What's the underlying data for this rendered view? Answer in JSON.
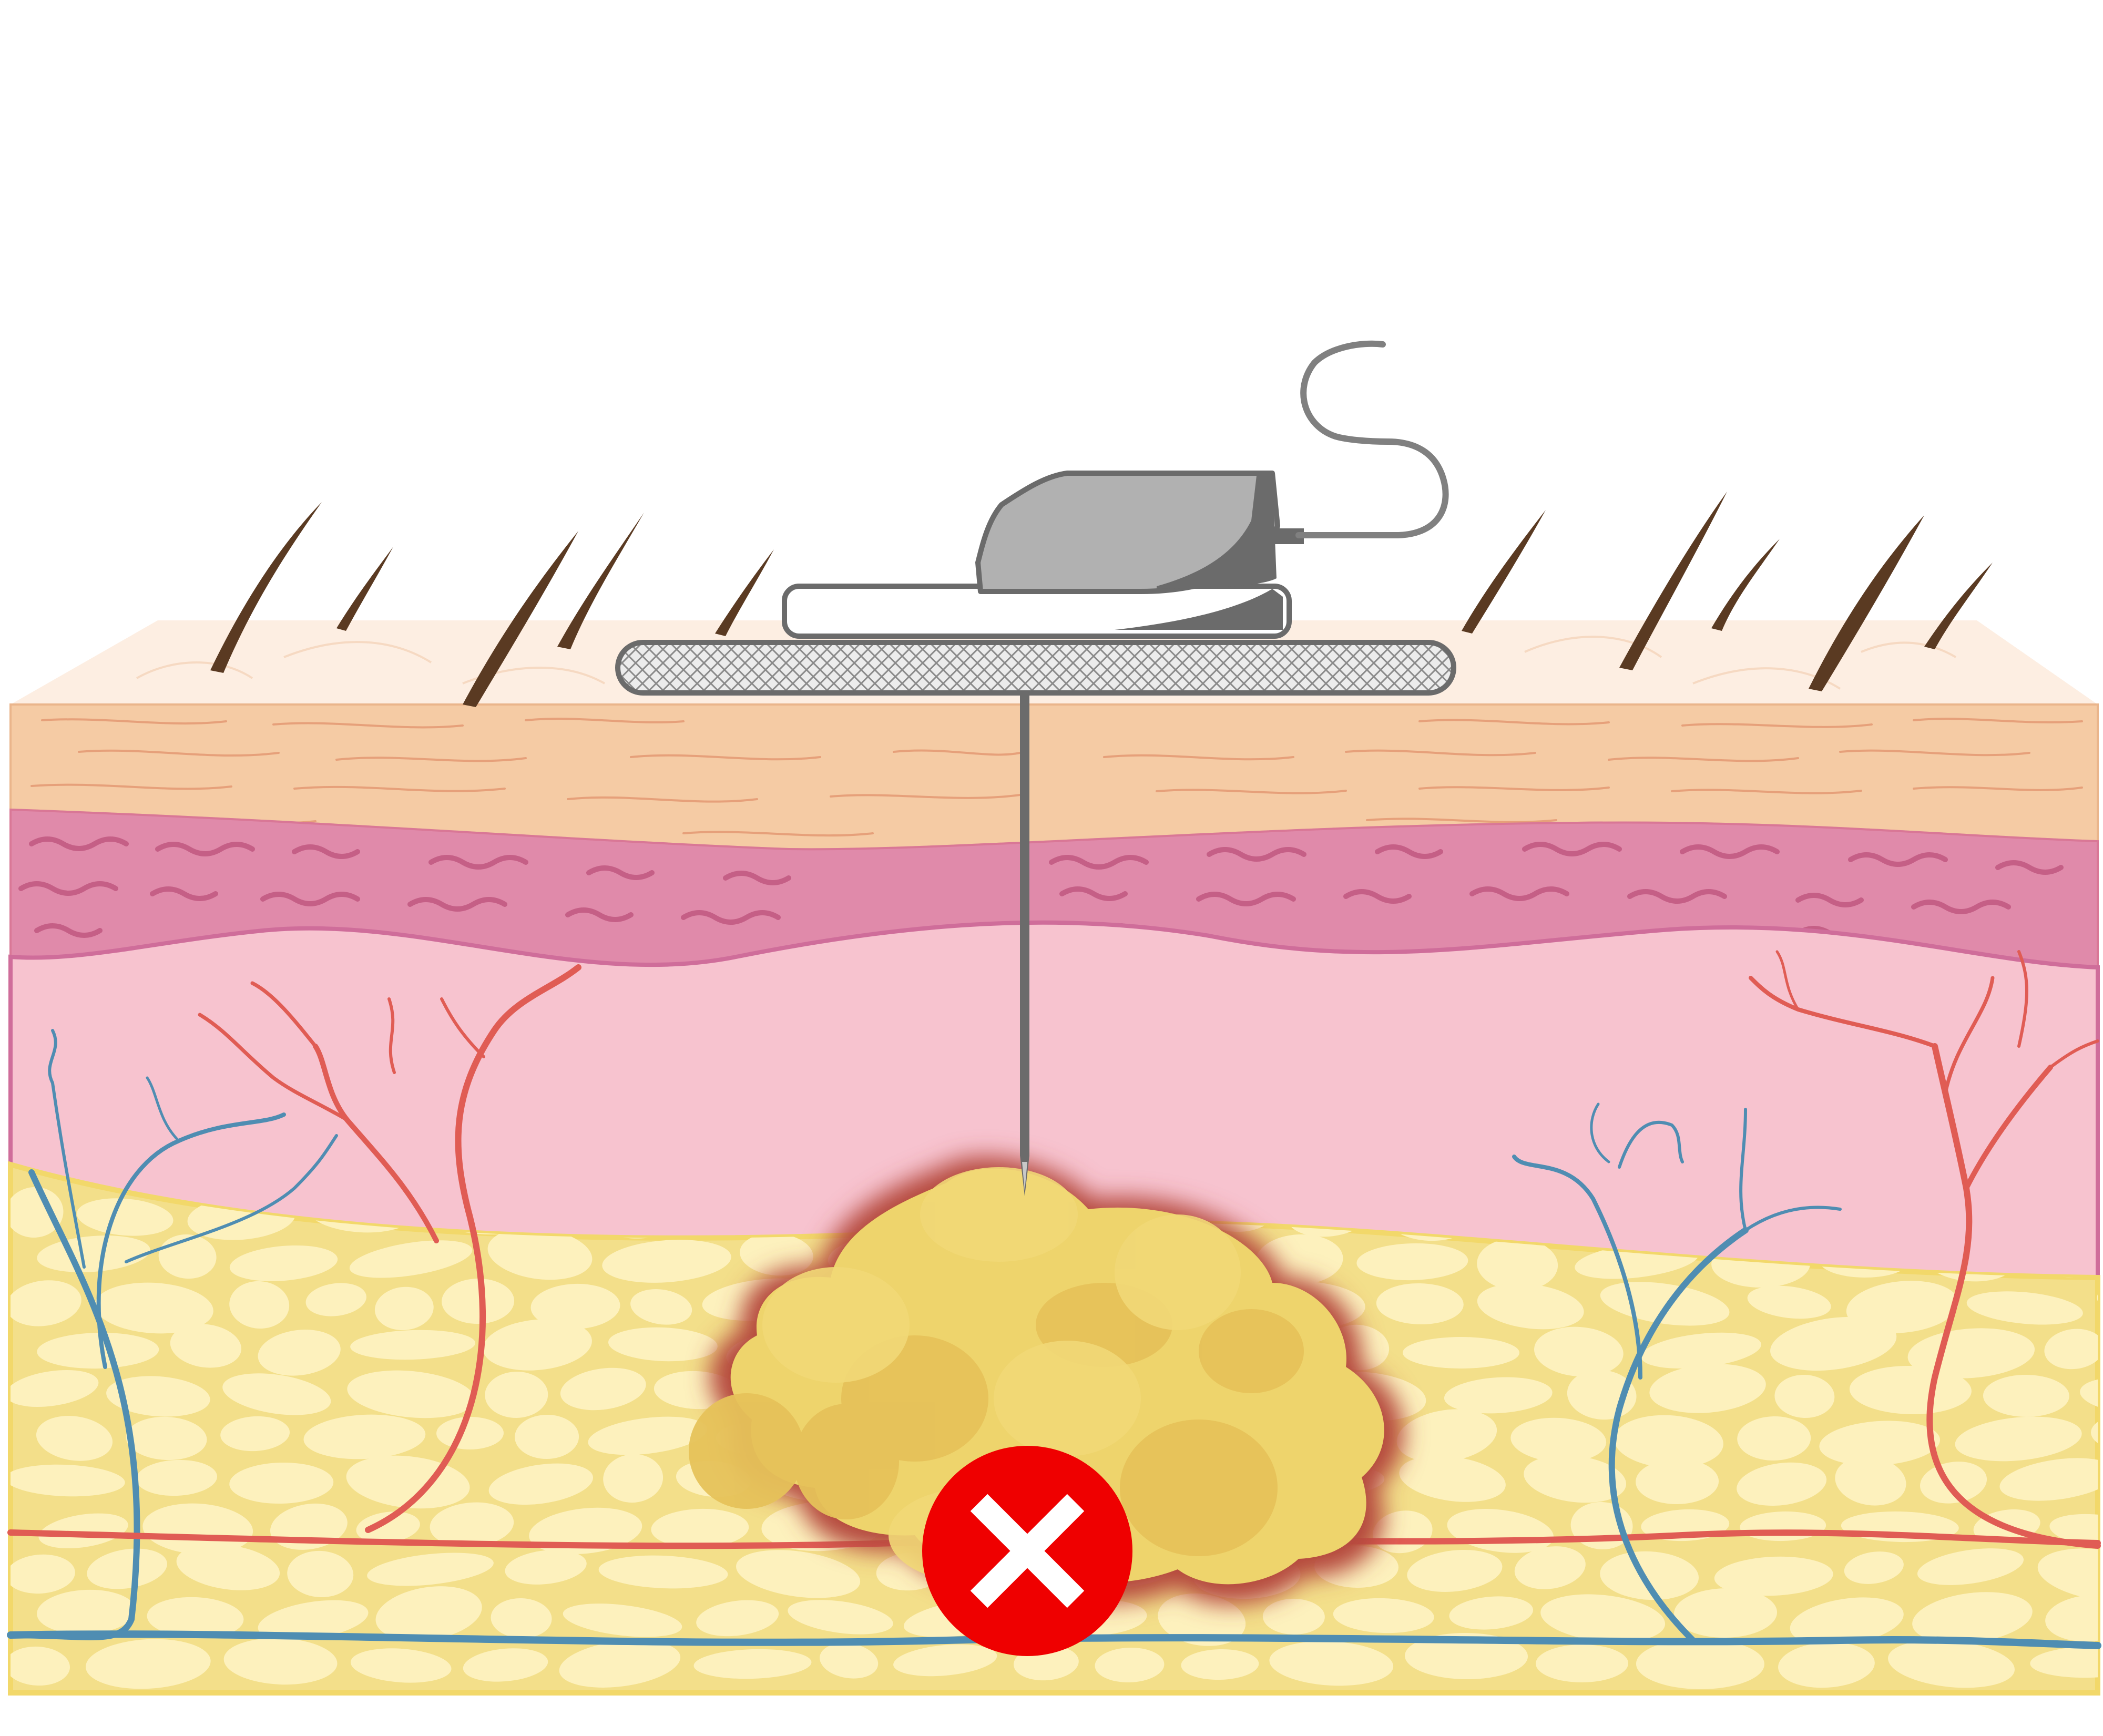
{
  "diagram": {
    "type": "skin-cross-section",
    "layers": [
      "epidermis-top",
      "epidermis",
      "basal-layer",
      "dermis",
      "subcutaneous-fat"
    ],
    "device": "adhesive-patch-sensor-with-needle-and-cable",
    "status_icon": "x-mark-icon",
    "colors": {
      "skin_surface": "#fdeee2",
      "epidermis": "#f5cba4",
      "basal_layer": "#e08aaa",
      "dermis": "#f7c3cf",
      "fat": "#f3df8a",
      "fat_cell": "#fdf1bd",
      "artery": "#e05c54",
      "vein": "#4f8db2",
      "device_body": "#b1b1b1",
      "device_shade": "#6b6b6b",
      "lump": "#eed46c",
      "inflammation": "#b5483d",
      "error_badge": "#ef0000"
    }
  }
}
